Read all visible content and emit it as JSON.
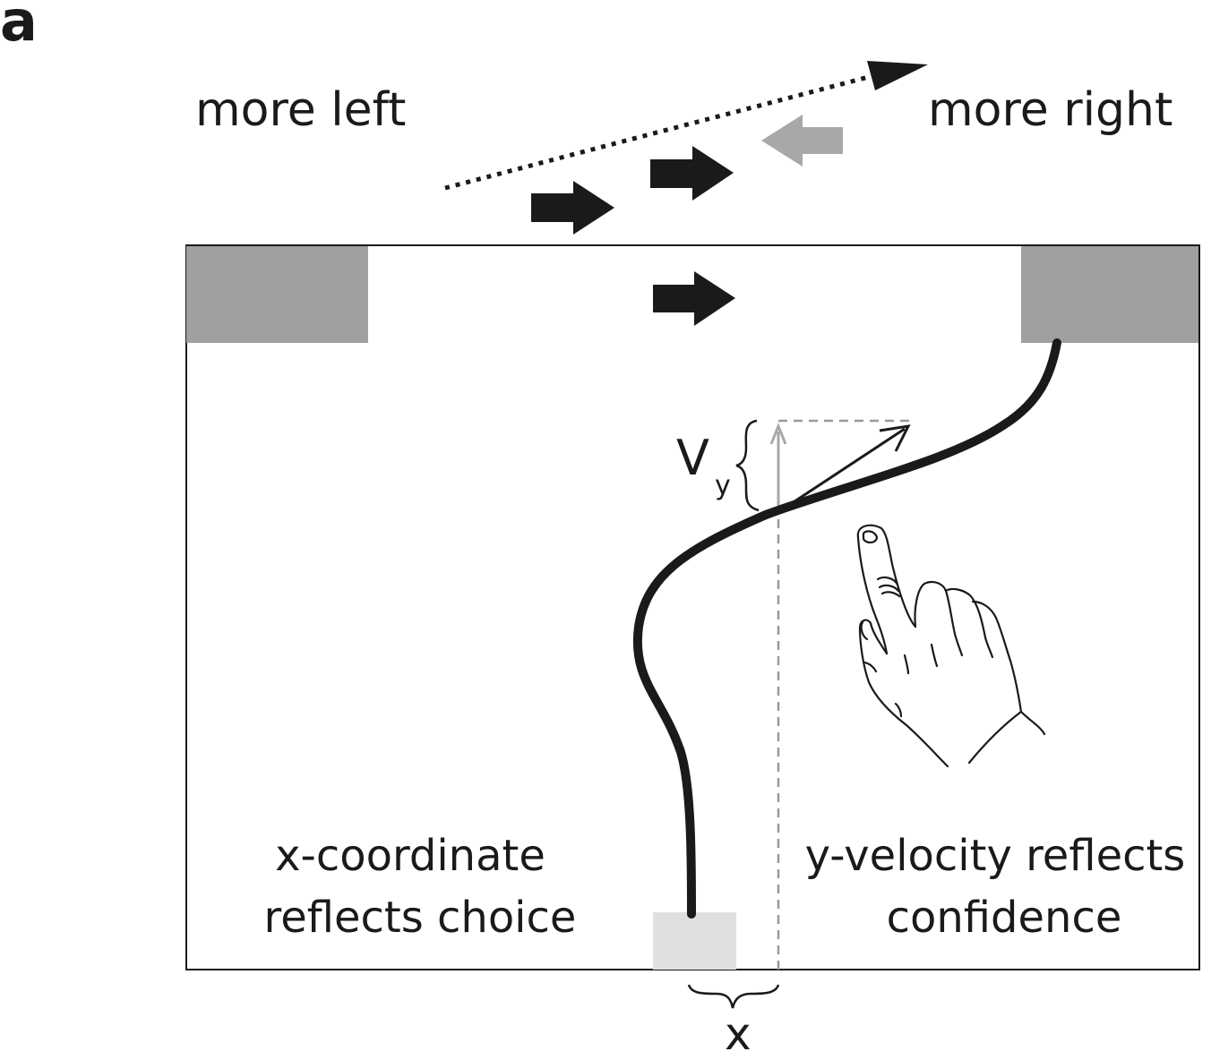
{
  "panel_label": "a",
  "labels": {
    "more_left": "more left",
    "more_right": "more right",
    "x_coordinate_line1": "x-coordinate",
    "x_coordinate_line2": "reflects choice",
    "y_velocity_line1": "y-velocity reflects",
    "y_velocity_line2": "confidence",
    "vy_main": "V",
    "vy_sub": "y",
    "x_label": "x"
  },
  "colors": {
    "ink": "#1a1a1a",
    "target_gray": "#a0a0a1",
    "start_gray": "#e0e0e0",
    "conflict_arrow": "#a8a8a8",
    "dashed_guide": "#999999"
  },
  "icons": {
    "hand": "pointing-hand-icon"
  }
}
